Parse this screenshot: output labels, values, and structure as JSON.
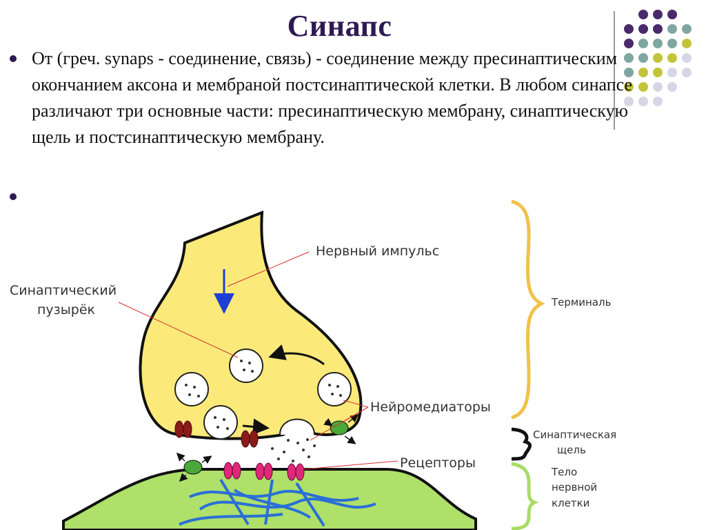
{
  "slide": {
    "title": "Синапс",
    "bullet_text": "От (греч. synaps - соединение, связь)  - соединение между пресинаптическим окончанием аксона и мембраной постсинаптической клетки. В любом синапсе различают три основные части: пресинаптическую мембрану,  синаптическую щель и постсинаптическую мембрану."
  },
  "diagram": {
    "labels": {
      "nerve_impulse": "Нервный импульс",
      "vesicle_line1": "Синаптический",
      "vesicle_line2": "пузырёк",
      "neurotransmitters": "Нейромедиаторы",
      "receptors": "Рецепторы",
      "terminal": "Терминаль",
      "cleft_line1": "Синаптическая",
      "cleft_line2": "щель",
      "cell_line1": "Тело",
      "cell_line2": "нервной",
      "cell_line3": "клетки"
    }
  },
  "colors": {
    "title": "#2e1a52",
    "terminal_fill": "#fbe97a",
    "cell_fill": "#aee06a",
    "terminal_bracket": "#f0c24a",
    "cleft_bracket": "#111111",
    "cell_bracket": "#a8dc66",
    "receptor": "#e0287a",
    "membrane_protein": "#8b1a1a",
    "transporter": "#4aa83a",
    "impulse_arrow": "#1e3fd6",
    "pointer_line": "#d43030",
    "cytoskeleton": "#2a6fd6",
    "dot_purple": "#4a2a6a",
    "dot_teal": "#7fa6a0",
    "dot_olive": "#c4c43a",
    "dot_light": "#d6d6e6"
  },
  "icons": {
    "bullet": "bullet-dot",
    "impulse": "arrow-down-icon",
    "vesicle": "vesicle-icon",
    "receptor": "receptor-icon"
  }
}
